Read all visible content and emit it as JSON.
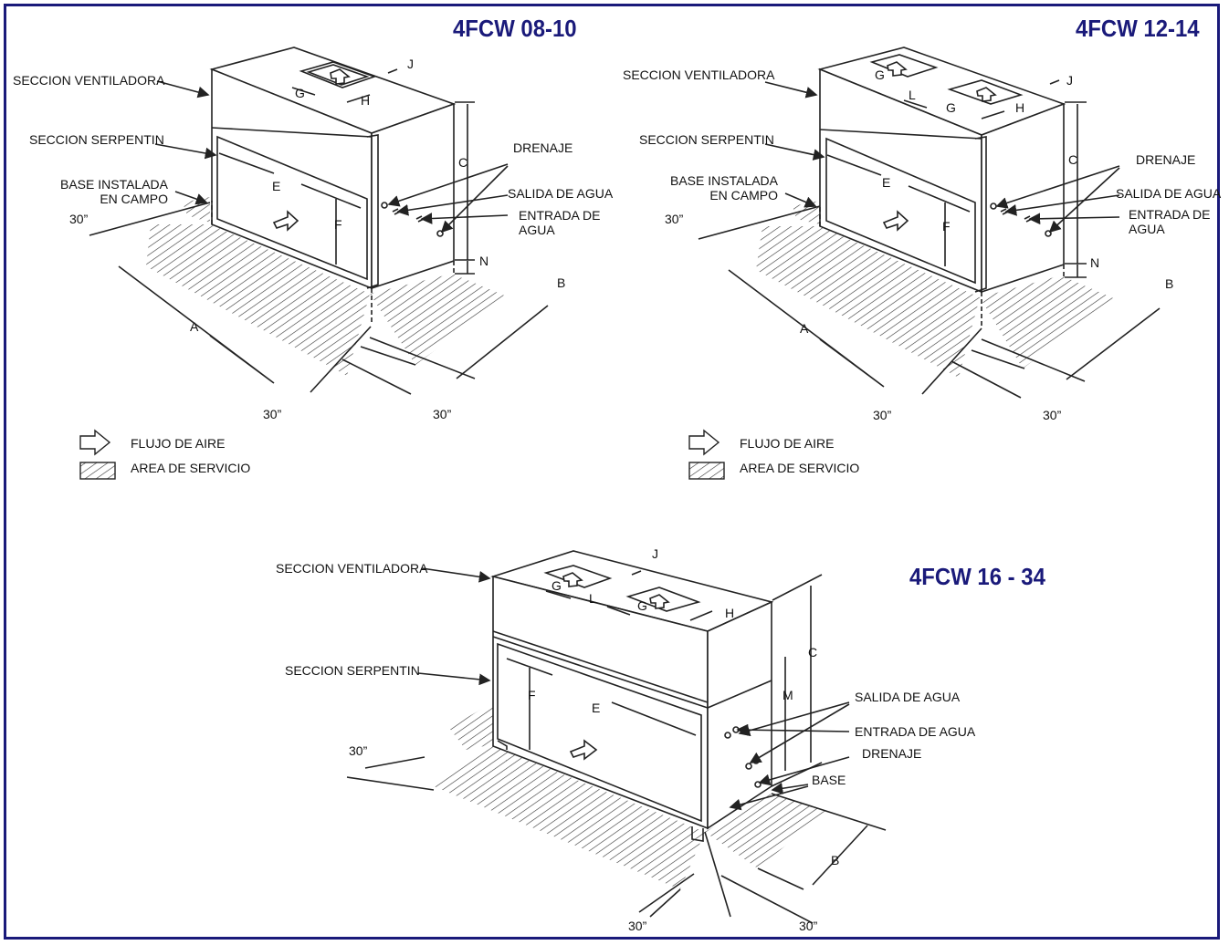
{
  "diagrams": [
    {
      "title": "4FCW 08-10",
      "labels": {
        "fan_section": "SECCION VENTILADORA",
        "coil_section": "SECCION SERPENTIN",
        "field_base_1": "BASE INSTALADA",
        "field_base_2": "EN CAMPO",
        "drain": "DRENAJE",
        "water_out": "SALIDA DE AGUA",
        "water_in_1": "ENTRADA DE",
        "water_in_2": "AGUA"
      },
      "dims": {
        "a": "A",
        "b": "B",
        "c": "C",
        "e": "E",
        "f": "F",
        "g": "G",
        "h": "H",
        "j": "J",
        "n": "N",
        "clear_left": "30”",
        "clear_front": "30”",
        "clear_right": "30”"
      }
    },
    {
      "title": "4FCW 12-14",
      "labels": {
        "fan_section": "SECCION VENTILADORA",
        "coil_section": "SECCION SERPENTIN",
        "field_base_1": "BASE INSTALADA",
        "field_base_2": "EN CAMPO",
        "drain": "DRENAJE",
        "water_out": "SALIDA DE AGUA",
        "water_in_1": "ENTRADA DE",
        "water_in_2": "AGUA"
      },
      "dims": {
        "a": "A",
        "b": "B",
        "c": "C",
        "e": "E",
        "f": "F",
        "g1": "G",
        "g2": "G",
        "h": "H",
        "j": "J",
        "l": "L",
        "n": "N",
        "clear_left": "30”",
        "clear_front": "30”",
        "clear_right": "30”"
      }
    },
    {
      "title": "4FCW 16 - 34",
      "labels": {
        "fan_section": "SECCION VENTILADORA",
        "coil_section": "SECCION SERPENTIN",
        "water_out": "SALIDA DE AGUA",
        "water_in": "ENTRADA DE AGUA",
        "drain": "DRENAJE",
        "base": "BASE"
      },
      "dims": {
        "b": "B",
        "c": "C",
        "e": "E",
        "f": "F",
        "g1": "G",
        "g2": "G",
        "h": "H",
        "j": "J",
        "l": "L",
        "m": "M",
        "clear_left": "30”",
        "clear_front": "30”",
        "clear_right": "30”"
      }
    }
  ],
  "legend": {
    "airflow": "FLUJO DE AIRE",
    "service_area": "AREA DE SERVICIO"
  },
  "colors": {
    "title": "#1a1a7a",
    "frame": "#1a1a7a",
    "line": "#222222"
  }
}
